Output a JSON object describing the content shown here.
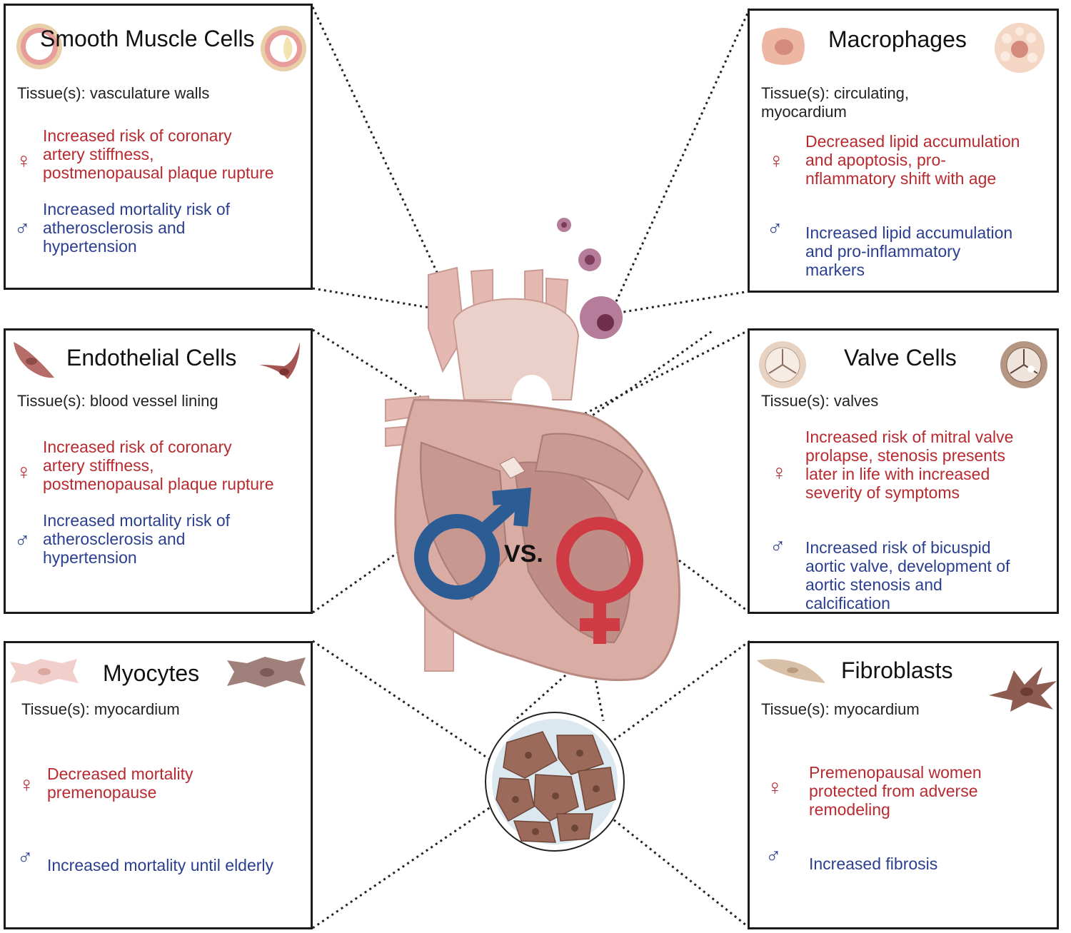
{
  "colors": {
    "female": "#b72a30",
    "male": "#2b3f8f",
    "male_big": "#2c5c94",
    "female_big": "#cf3a44",
    "heart": "#d9aca4"
  },
  "center": {
    "vs_label": "VS."
  },
  "panels": {
    "smooth_muscle": {
      "title": "Smooth Muscle Cells",
      "tissue": "Tissue(s): vasculature walls",
      "female": [
        "Increased risk of coronary",
        "artery stiffness,",
        "postmenopausal plaque rupture"
      ],
      "male": [
        "Increased mortality risk of",
        "atherosclerosis and",
        "hypertension"
      ]
    },
    "macrophages": {
      "title": "Macrophages",
      "tissue": [
        "Tissue(s): circulating,",
        "myocardium"
      ],
      "female": [
        "Decreased lipid accumulation",
        "and apoptosis, pro-",
        "nflammatory shift with age"
      ],
      "male": [
        "Increased lipid accumulation",
        "and pro-inflammatory",
        "markers"
      ]
    },
    "endothelial": {
      "title": "Endothelial Cells",
      "tissue": "Tissue(s): blood vessel lining",
      "female": [
        "Increased risk of coronary",
        "artery stiffness,",
        "postmenopausal plaque rupture"
      ],
      "male": [
        "Increased mortality risk of",
        "atherosclerosis and",
        "hypertension"
      ]
    },
    "valve": {
      "title": "Valve Cells",
      "tissue": "Tissue(s): valves",
      "female": [
        "Increased risk of mitral valve",
        "prolapse, stenosis presents",
        "later in life with increased",
        "severity of symptoms"
      ],
      "male": [
        "Increased risk of bicuspid",
        "aortic valve, development of",
        "aortic stenosis and",
        "calcification"
      ]
    },
    "myocytes": {
      "title": "Myocytes",
      "tissue": "Tissue(s): myocardium",
      "female": [
        "Decreased mortality",
        "premenopause"
      ],
      "male": [
        "Increased mortality until elderly"
      ]
    },
    "fibroblasts": {
      "title": "Fibroblasts",
      "tissue": "Tissue(s): myocardium",
      "female": [
        "Premenopausal women",
        "protected from adverse",
        "remodeling"
      ],
      "male": [
        "Increased fibrosis"
      ]
    }
  }
}
